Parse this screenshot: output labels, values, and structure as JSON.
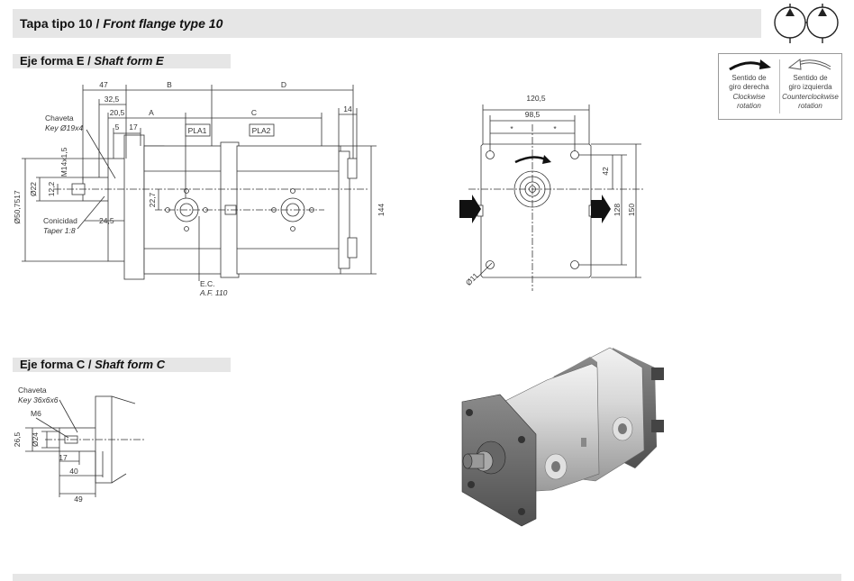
{
  "header": {
    "title_es": "Tapa tipo 10",
    "separator": " / ",
    "title_en": "Front flange type 10"
  },
  "section_e": {
    "title_es": "Eje forma E",
    "separator": " / ",
    "title_en": "Shaft form E"
  },
  "section_c": {
    "title_es": "Eje forma C",
    "separator": " / ",
    "title_en": "Shaft form C"
  },
  "rotation": {
    "cw_es_1": "Sentido de",
    "cw_es_2": "giro derecha",
    "cw_en_1": "Clockwise",
    "cw_en_2": "rotation",
    "ccw_es_1": "Sentido de",
    "ccw_es_2": "giro izquierda",
    "ccw_en_1": "Counterclockwise",
    "ccw_en_2": "rotation"
  },
  "side_view": {
    "dim_47": "47",
    "dim_32_5": "32,5",
    "dim_20_5": "20,5",
    "dim_5": "5",
    "dim_17": "17",
    "dim_B": "B",
    "dim_D": "D",
    "dim_A": "A",
    "dim_C": "C",
    "dim_14": "14",
    "dim_144": "144",
    "dim_22_7": "22,7",
    "dim_24_5": "24,5",
    "dim_12_2": "12,2",
    "dim_d22": "Ø22",
    "dim_d50": "Ø50,7517",
    "dim_m14": "M14x1,5",
    "key_es": "Chaveta",
    "key_en": "Key Ø19x4",
    "taper_es": "Conicidad",
    "taper_en": "Taper 1:8",
    "pla1": "PLA1",
    "pla2": "PLA2",
    "ec": "E.C.",
    "af": "A.F. 110"
  },
  "front_view": {
    "dim_120_5": "120,5",
    "dim_98_5": "98,5",
    "dim_42": "42",
    "dim_128": "128",
    "dim_150": "150",
    "dim_d11": "Ø11",
    "star": "*"
  },
  "shaft_c": {
    "key_es": "Chaveta",
    "key_en": "Key 36x6x6",
    "m6": "M6",
    "dim_26_5": "26,5",
    "dim_d24": "Ø24",
    "dim_17": "17",
    "dim_40": "40",
    "dim_49": "49"
  }
}
